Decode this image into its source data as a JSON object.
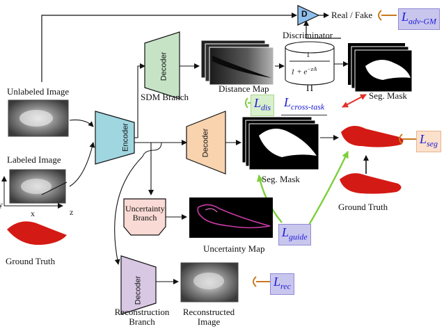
{
  "labels": {
    "discriminator_symbol": "D",
    "real_fake": "Real / Fake",
    "discriminator": "Discriminator",
    "decoder": "Decoder",
    "encoder": "Encoder",
    "sdm_branch": "SDM Branch",
    "distance_map": "Distance Map",
    "seg_mask": "Seg. Mask",
    "unlabeled_image": "Unlabeled Image",
    "labeled_image": "Labeled Image",
    "ground_truth": "Ground Truth",
    "uncertainty_branch_line1": "Uncertainty",
    "uncertainty_branch_line2": "Branch",
    "uncertainty_map": "Uncertainty Map",
    "reconstruction_branch_line1": "Reconstruction",
    "reconstruction_branch_line2": "Branch",
    "reconstructed_image_line1": "Reconstructed",
    "reconstructed_image_line2": "Image",
    "sigmoid_numerator": "1",
    "sigmoid_denominator": "1 + e",
    "sigmoid_exponent": "−z/k",
    "pi_symbol": "Π",
    "axis_x": "x",
    "axis_y": "y",
    "axis_z": "z"
  },
  "losses": {
    "adv": {
      "L": "L",
      "sub": "adv-GM"
    },
    "dis": {
      "L": "L",
      "sub": "dis"
    },
    "cross_task": {
      "L": "L",
      "sub": "cross-task"
    },
    "seg": {
      "L": "L",
      "sub": "seg"
    },
    "guide": {
      "L": "L",
      "sub": "guide"
    },
    "rec": {
      "L": "L",
      "sub": "rec"
    }
  },
  "colors": {
    "encoder": "#9fd6e0",
    "sdm_decoder": "#c6e3c6",
    "seg_decoder": "#f8d3ae",
    "uncertainty_branch": "#fadad4",
    "reconstruction_decoder": "#d8c8e4",
    "discriminator": "#8fc0ee",
    "guide_arrow": "#7ccf3a",
    "cross_task_arrow": "#e0302a",
    "loss_connector": "#c8781e",
    "organ_red": "#d41a14",
    "uncertainty_trace": "#c93aa5"
  }
}
